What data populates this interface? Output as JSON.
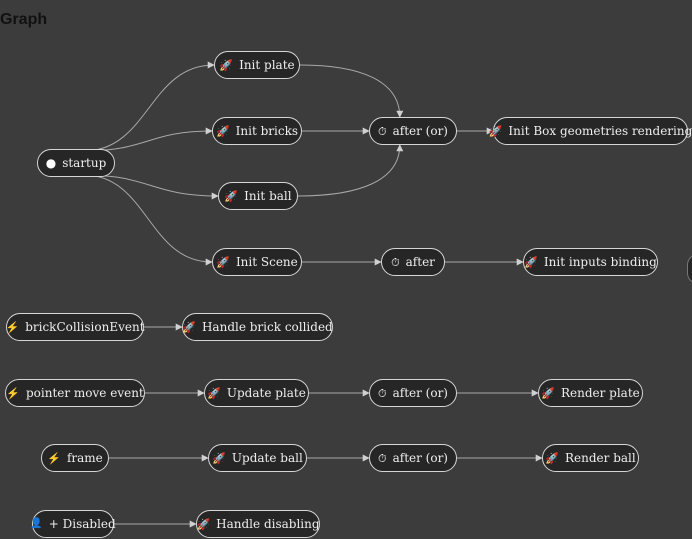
{
  "title": "Graph",
  "nodes": {
    "startup": {
      "label": "startup",
      "icon": "circle-icon"
    },
    "init_plate": {
      "label": "Init plate",
      "icon": "rocket-icon"
    },
    "init_bricks": {
      "label": "Init bricks",
      "icon": "rocket-icon"
    },
    "init_ball": {
      "label": "Init ball",
      "icon": "rocket-icon"
    },
    "init_scene": {
      "label": "Init Scene",
      "icon": "rocket-icon"
    },
    "after_or_1": {
      "label": "after (or)",
      "icon": "stopwatch-icon"
    },
    "init_box_geom": {
      "label": "Init Box geometries rendering",
      "icon": "rocket-icon"
    },
    "after_1": {
      "label": "after",
      "icon": "stopwatch-icon"
    },
    "init_inputs": {
      "label": "Init inputs binding",
      "icon": "rocket-icon"
    },
    "brick_collision_event": {
      "label": "brickCollisionEvent",
      "icon": "bolt-icon"
    },
    "handle_brick_collided": {
      "label": "Handle brick collided",
      "icon": "rocket-icon"
    },
    "pointer_move_event": {
      "label": "pointer move event",
      "icon": "bolt-icon"
    },
    "update_plate": {
      "label": "Update plate",
      "icon": "rocket-icon"
    },
    "after_or_2": {
      "label": "after (or)",
      "icon": "stopwatch-icon"
    },
    "render_plate": {
      "label": "Render plate",
      "icon": "rocket-icon"
    },
    "frame": {
      "label": "frame",
      "icon": "bolt-icon"
    },
    "update_ball": {
      "label": "Update ball",
      "icon": "rocket-icon"
    },
    "after_or_3": {
      "label": "after (or)",
      "icon": "stopwatch-icon"
    },
    "render_ball": {
      "label": "Render ball",
      "icon": "rocket-icon"
    },
    "disabled": {
      "label": "+ Disabled",
      "icon": "user-icon"
    },
    "handle_disabling": {
      "label": "Handle disabling",
      "icon": "rocket-icon"
    }
  },
  "edges": [
    [
      "startup",
      "init_plate"
    ],
    [
      "startup",
      "init_bricks"
    ],
    [
      "startup",
      "init_ball"
    ],
    [
      "startup",
      "init_scene"
    ],
    [
      "init_plate",
      "after_or_1"
    ],
    [
      "init_bricks",
      "after_or_1"
    ],
    [
      "init_ball",
      "after_or_1"
    ],
    [
      "after_or_1",
      "init_box_geom"
    ],
    [
      "init_scene",
      "after_1"
    ],
    [
      "after_1",
      "init_inputs"
    ],
    [
      "brick_collision_event",
      "handle_brick_collided"
    ],
    [
      "pointer_move_event",
      "update_plate"
    ],
    [
      "update_plate",
      "after_or_2"
    ],
    [
      "after_or_2",
      "render_plate"
    ],
    [
      "frame",
      "update_ball"
    ],
    [
      "update_ball",
      "after_or_3"
    ],
    [
      "after_or_3",
      "render_ball"
    ],
    [
      "disabled",
      "handle_disabling"
    ]
  ]
}
